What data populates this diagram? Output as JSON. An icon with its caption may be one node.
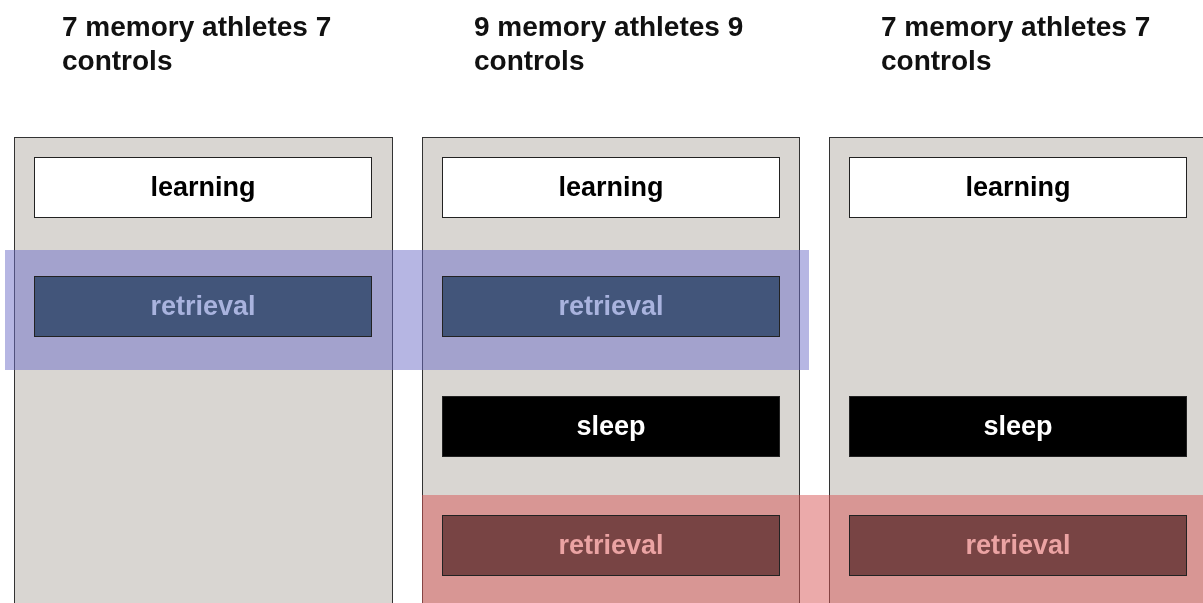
{
  "diagram": {
    "nodes": [
      {
        "text": [
          "7 memory athletes 7 controls"
        ]
      },
      {
        "text": [
          "learning"
        ],
        "in": 0
      },
      {
        "text": [
          "retrieval"
        ],
        "in": 0
      },
      {
        "text": [
          "9 memory athletes 9 controls"
        ]
      },
      {
        "text": [
          "learning"
        ],
        "in": 3
      },
      {
        "text": [
          "retrieval"
        ],
        "in": 3
      },
      {
        "text": [
          "sleep"
        ],
        "in": 3
      },
      {
        "text": [
          "retrieval"
        ],
        "in": 3
      },
      {
        "text": [
          "7 memory athletes 7 controls"
        ]
      },
      {
        "text": [
          "learning"
        ],
        "in": 8
      },
      {
        "text": [
          "sleep"
        ],
        "in": 8
      },
      {
        "text": [
          "retrieval"
        ],
        "in": 8
      }
    ],
    "edges": []
  }
}
